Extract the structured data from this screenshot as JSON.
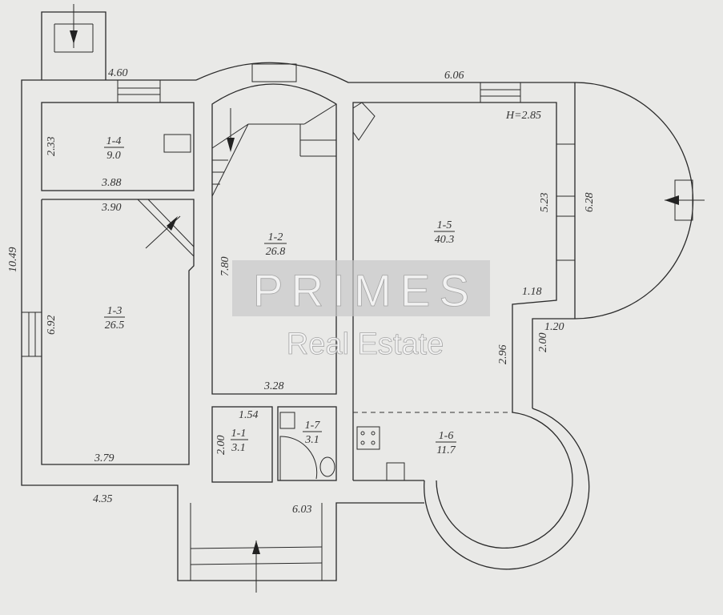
{
  "plan": {
    "ceiling_height": "H=2.85",
    "rooms": [
      {
        "id": "1-1",
        "area": "3.1"
      },
      {
        "id": "1-2",
        "area": "26.8"
      },
      {
        "id": "1-3",
        "area": "26.5"
      },
      {
        "id": "1-4",
        "area": "9.0"
      },
      {
        "id": "1-5",
        "area": "40.3"
      },
      {
        "id": "1-6",
        "area": "11.7"
      },
      {
        "id": "1-7",
        "area": "3.1"
      }
    ],
    "dimensions": {
      "d460": "4.60",
      "d606": "6.06",
      "d233": "2.33",
      "d388": "3.88",
      "d390": "3.90",
      "d1049": "10.49",
      "d692": "6.92",
      "d780": "7.80",
      "d523": "5.23",
      "d628": "6.28",
      "d118": "1.18",
      "d120": "1.20",
      "d296": "2.96",
      "d200r": "2.00",
      "d328": "3.28",
      "d154": "1.54",
      "d200": "2.00",
      "d379": "3.79",
      "d435": "4.35",
      "d603": "6.03"
    }
  },
  "watermark": {
    "brand": "P R I M E S",
    "sub": "Real Estate"
  }
}
